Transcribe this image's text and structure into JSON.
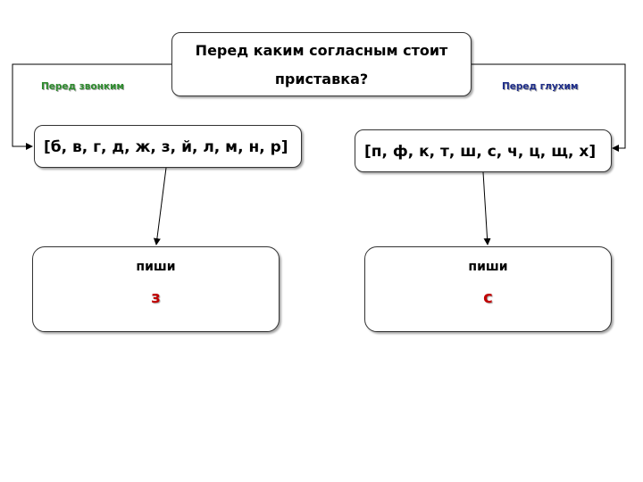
{
  "question": {
    "line1": "Перед каким согласным стоит",
    "line2": "приставка?"
  },
  "branches": {
    "voiced": {
      "label": "Перед звонким",
      "color": "#2e8b2e",
      "set": "[б, в, г, д, ж, з, й, л, м, н, р]",
      "write": "пиши",
      "letter": "з",
      "letter_color": "#c00000"
    },
    "voiceless": {
      "label": "Перед глухим",
      "color": "#1f2e8a",
      "set": "[п, ф, к, т, ш, с, ч, ц, щ, х]",
      "write": "пиши",
      "letter": "с",
      "letter_color": "#c00000"
    }
  }
}
